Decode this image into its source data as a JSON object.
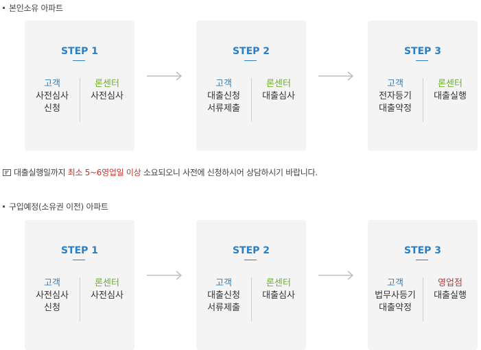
{
  "sections": [
    {
      "title": "본인소유 아파트",
      "cards": [
        {
          "step": "STEP 1",
          "left": {
            "who": "고객",
            "lines": [
              "사전심사",
              "신청"
            ]
          },
          "right": {
            "who": "론센터",
            "lines": [
              "사전심사"
            ]
          }
        },
        {
          "step": "STEP 2",
          "left": {
            "who": "고객",
            "lines": [
              "대출신청",
              "서류제출"
            ]
          },
          "right": {
            "who": "론센터",
            "lines": [
              "대출심사"
            ]
          }
        },
        {
          "step": "STEP 3",
          "left": {
            "who": "고객",
            "lines": [
              "전자등기",
              "대출약정"
            ]
          },
          "right": {
            "who": "론센터",
            "lines": [
              "대출실행"
            ]
          }
        }
      ]
    },
    {
      "title": "구입예정(소유권 이전) 아파트",
      "cards": [
        {
          "step": "STEP 1",
          "left": {
            "who": "고객",
            "lines": [
              "사전심사",
              "신청"
            ]
          },
          "right": {
            "who": "론센터",
            "lines": [
              "사전심사"
            ]
          }
        },
        {
          "step": "STEP 2",
          "left": {
            "who": "고객",
            "lines": [
              "대출신청",
              "서류제출"
            ]
          },
          "right": {
            "who": "론센터",
            "lines": [
              "대출심사"
            ]
          }
        },
        {
          "step": "STEP 3",
          "left": {
            "who": "고객",
            "lines": [
              "법무사등기",
              "대출약정"
            ]
          },
          "right": {
            "who": "영업점",
            "lines": [
              "대출실행"
            ]
          }
        }
      ]
    }
  ],
  "notice": {
    "prefix": "대출실행일까지 ",
    "highlight": "최소 5~6영업일 이상",
    "suffix": " 소요되오니 사전에 신청하시어 상담하시기 바랍니다."
  },
  "colors": {
    "step": "#2a7fc4",
    "customer": "#2a7fc4",
    "loan_center": "#6ab023",
    "branch": "#c9302c",
    "highlight": "#c9302c"
  }
}
